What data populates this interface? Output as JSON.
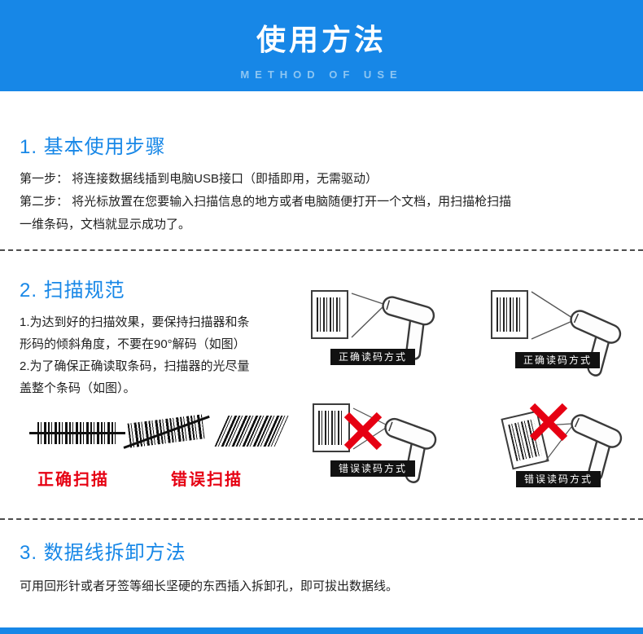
{
  "colors": {
    "blue": "#1787e7",
    "red": "#e60012"
  },
  "header": {
    "title": "使用方法",
    "subtitle": "METHOD OF USE"
  },
  "section1": {
    "heading": "1. 基本使用步骤",
    "lines": [
      "第一步： 将连接数据线插到电脑USB接口（即插即用，无需驱动）",
      "第二步： 将光标放置在您要输入扫描信息的地方或者电脑随便打开一个文档，用扫描枪扫描",
      "一维条码，文档就显示成功了。"
    ]
  },
  "section2": {
    "heading": "2. 扫描规范",
    "paragraph_lines": [
      "1.为达到好的扫描效果，要保持扫描器和条",
      "形码的倾斜角度，不要在90°解码（如图）",
      "2.为了确保正确读取条码，扫描器的光尽量",
      "盖整个条码（如图）。"
    ],
    "correct_read_label": "正确读码方式",
    "wrong_read_label": "错误读码方式",
    "correct_scan_label": "正确扫描",
    "wrong_scan_label": "错误扫描"
  },
  "section3": {
    "heading": "3. 数据线拆卸方法",
    "text": "可用回形针或者牙签等细长坚硬的东西插入拆卸孔，即可拔出数据线。"
  }
}
